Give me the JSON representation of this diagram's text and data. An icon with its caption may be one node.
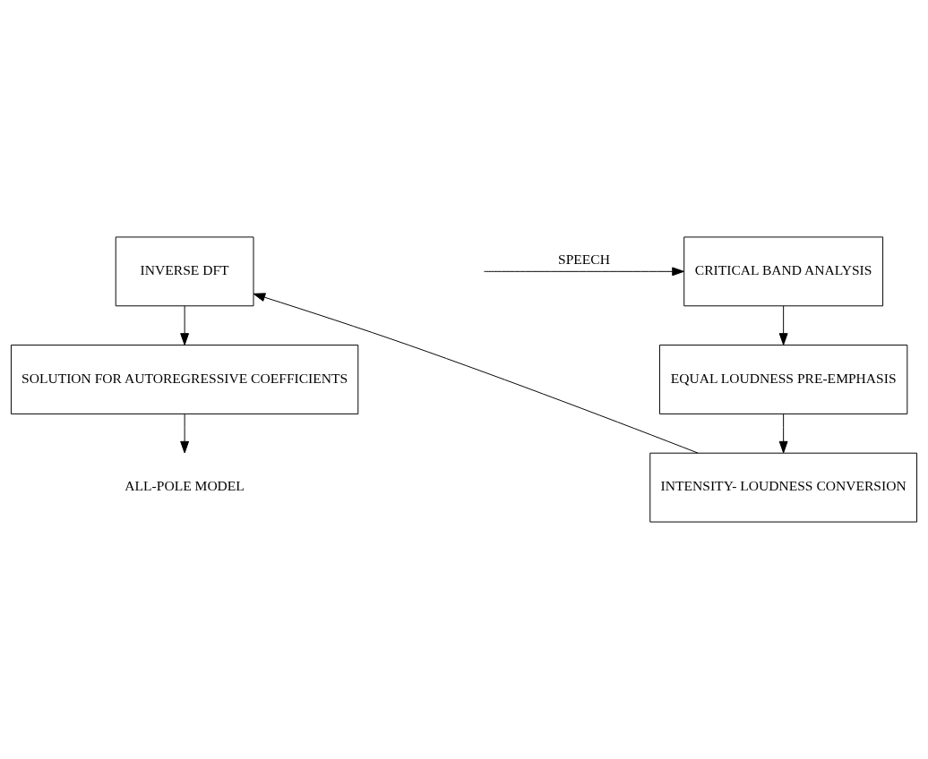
{
  "diagram": {
    "nodes": [
      {
        "text": [
          "CRITICAL BAND ANALYSIS"
        ]
      },
      {
        "text": [
          "EQUAL LOUDNESS PRE-EMPHASIS"
        ]
      },
      {
        "text": [
          "INTENSITY- LOUDNESS CONVERSION"
        ]
      },
      {
        "text": [
          "INVERSE DFT"
        ]
      },
      {
        "text": [
          "SOLUTION FOR AUTOREGRESSIVE COEFFICIENTS"
        ]
      },
      {
        "text": [
          "ALL-POLE MODEL"
        ]
      }
    ],
    "edges": [
      {
        "from": null,
        "to": 0,
        "arrow": "to",
        "label": "SPEECH"
      },
      {
        "from": 0,
        "to": 1,
        "arrow": "to"
      },
      {
        "from": 1,
        "to": 2,
        "arrow": "to"
      },
      {
        "from": 2,
        "to": 3,
        "arrow": "to"
      },
      {
        "from": 3,
        "to": 4,
        "arrow": "to"
      },
      {
        "from": 4,
        "to": 5,
        "arrow": "to"
      }
    ]
  }
}
